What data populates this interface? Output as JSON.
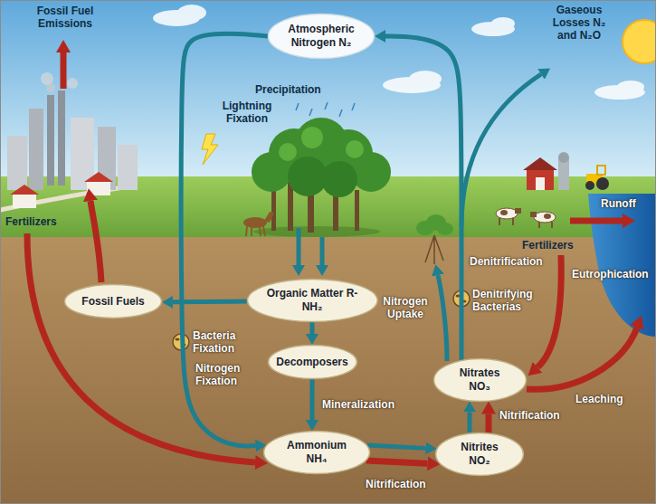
{
  "diagram": {
    "nodes": [
      {
        "text": [
          "Atmospheric Nitrogen N₂"
        ]
      },
      {
        "text": [
          "Fossil Fuels"
        ]
      },
      {
        "text": [
          "Organic Matter R-NH₂"
        ]
      },
      {
        "text": [
          "Decomposers"
        ]
      },
      {
        "text": [
          "Nitrates NO₃"
        ]
      },
      {
        "text": [
          "Ammonium NH₄"
        ]
      },
      {
        "text": [
          "Nitrites NO₂"
        ]
      }
    ],
    "edges": [
      {
        "from": 0,
        "to": 5,
        "label": "Nitrogen Fixation",
        "arrow": "to"
      },
      {
        "from": 2,
        "to": 1,
        "arrow": "to"
      },
      {
        "from": 2,
        "to": 3,
        "arrow": "to"
      },
      {
        "from": 3,
        "to": 5,
        "label": "Mineralization",
        "arrow": "to"
      },
      {
        "from": 5,
        "to": 6,
        "arrow": "to"
      },
      {
        "from": 5,
        "to": 6,
        "label": "Nitrification",
        "arrow": "to"
      },
      {
        "from": 6,
        "to": 4,
        "arrow": "to"
      },
      {
        "from": 6,
        "to": 4,
        "label": "Nitrification",
        "arrow": "to"
      },
      {
        "from": 4,
        "to": 0,
        "label": "Denitrification",
        "arrow": "to"
      }
    ],
    "labels": [
      "Fossil Fuel Emissions",
      "Gaseous Losses N₂ and N₂O",
      "Precipitation",
      "Lightning Fixation",
      "Fertilizers",
      "Fertilizers",
      "Runoff",
      "Eutrophication",
      "Bacteria Fixation",
      "Nitrogen Uptake",
      "Denitrifying Bacterias",
      "Leaching"
    ]
  }
}
